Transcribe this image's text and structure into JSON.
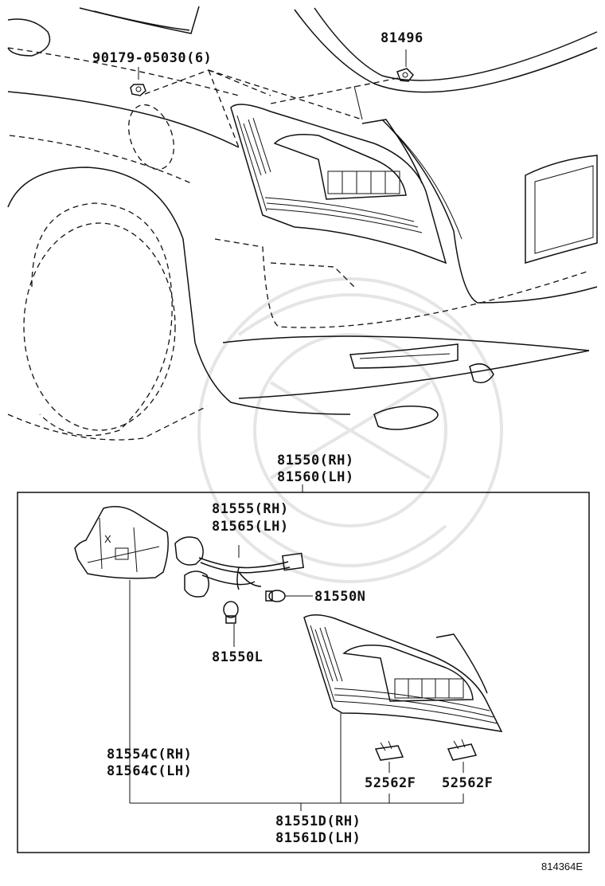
{
  "callouts": {
    "bolt": "90179-05030(6)",
    "clip": "81496",
    "assembly_rh": "81550(RH)",
    "assembly_lh": "81560(LH)",
    "socket_rh": "81555(RH)",
    "socket_lh": "81565(LH)",
    "bulb_n": "81550N",
    "bulb_l": "81550L",
    "cover_rh": "81554C(RH)",
    "cover_lh": "81564C(LH)",
    "clip_a": "52562F",
    "clip_b": "52562F",
    "lens_rh": "81551D(RH)",
    "lens_lh": "81561D(LH)"
  },
  "cover_mark": "X",
  "diagram_id": "814364E"
}
